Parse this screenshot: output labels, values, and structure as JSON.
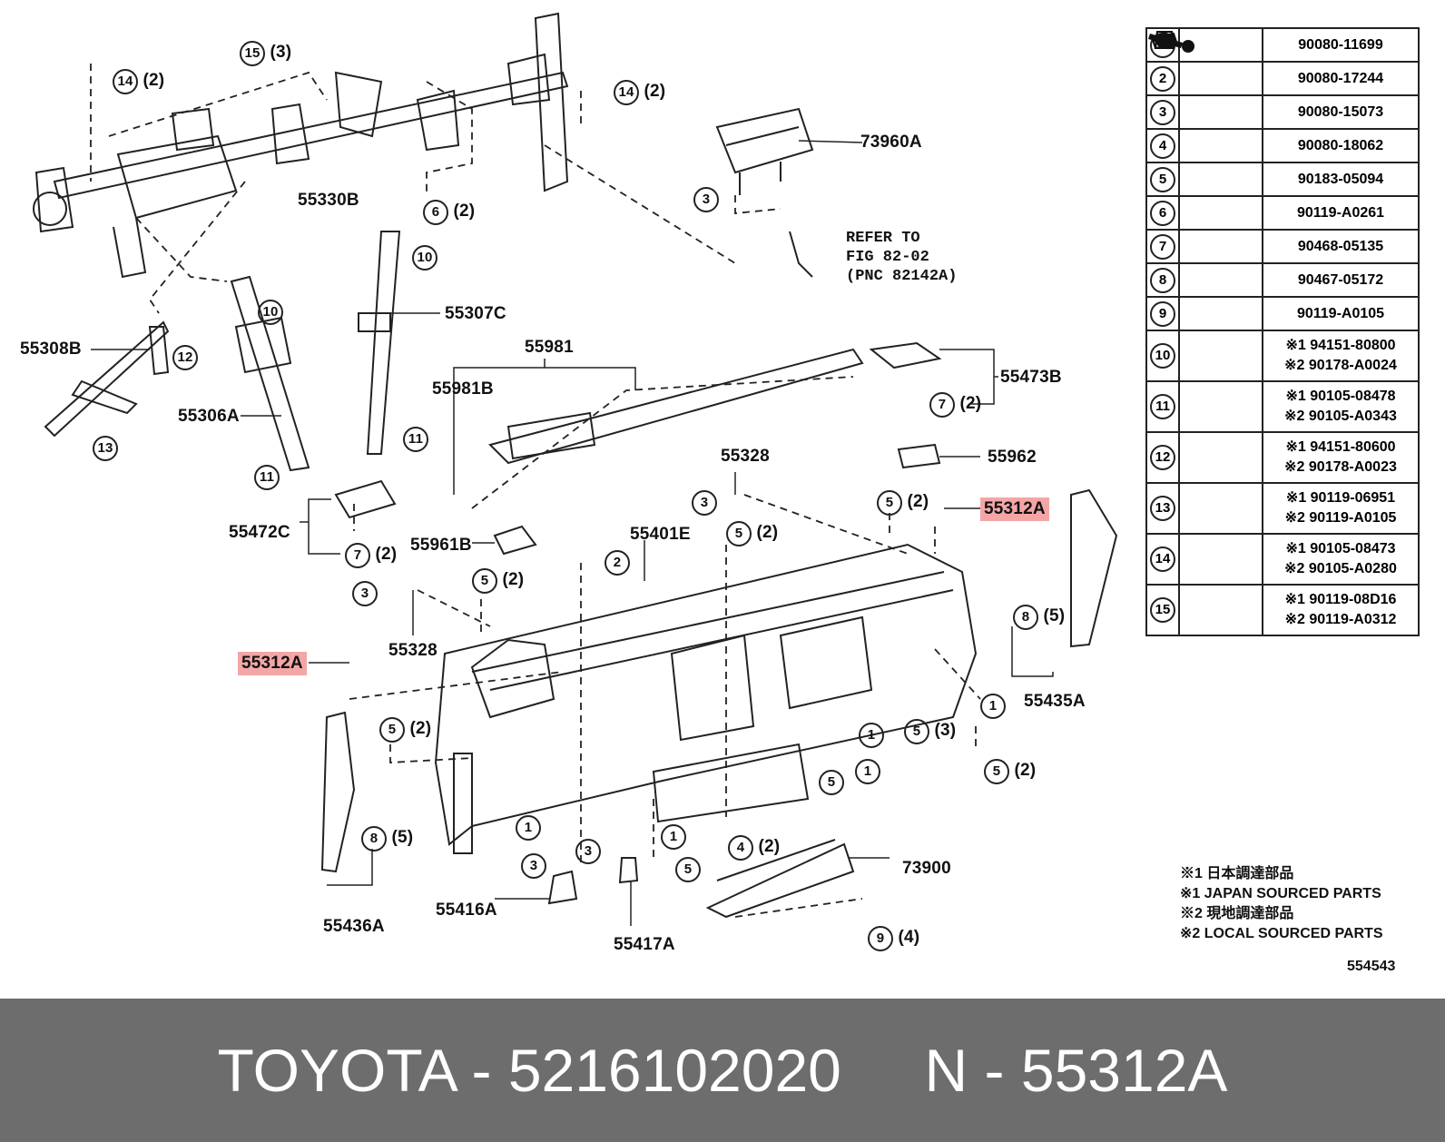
{
  "labels": {
    "l73960a": "73960A",
    "l55330b": "55330B",
    "l55307c": "55307C",
    "l55308b": "55308B",
    "l55306a": "55306A",
    "l55981": "55981",
    "l55981b": "55981B",
    "l55473b": "55473B",
    "l55328a": "55328",
    "l55328b": "55328",
    "l55962": "55962",
    "l55312a_right": "55312A",
    "l55312a_left": "55312A",
    "l55472c": "55472C",
    "l55961b": "55961B",
    "l55401e": "55401E",
    "l55435a": "55435A",
    "l55436a": "55436A",
    "l55416a": "55416A",
    "l55417a": "55417A",
    "l73900": "73900"
  },
  "callouts": {
    "c15": {
      "num": "15",
      "qty": "(3)"
    },
    "c14a": {
      "num": "14",
      "qty": "(2)"
    },
    "c14b": {
      "num": "14",
      "qty": "(2)"
    },
    "c3a": {
      "num": "3",
      "qty": ""
    },
    "c6": {
      "num": "6",
      "qty": "(2)"
    },
    "c10a": {
      "num": "10",
      "qty": ""
    },
    "c10b": {
      "num": "10",
      "qty": ""
    },
    "c12": {
      "num": "12",
      "qty": ""
    },
    "c13": {
      "num": "13",
      "qty": ""
    },
    "c11a": {
      "num": "11",
      "qty": ""
    },
    "c11b": {
      "num": "11",
      "qty": ""
    },
    "c7a": {
      "num": "7",
      "qty": "(2)"
    },
    "c7b": {
      "num": "7",
      "qty": "(2)"
    },
    "c3b": {
      "num": "3",
      "qty": ""
    },
    "c5a": {
      "num": "5",
      "qty": "(2)"
    },
    "c5b": {
      "num": "5",
      "qty": "(2)"
    },
    "c2": {
      "num": "2",
      "qty": ""
    },
    "c3c": {
      "num": "3",
      "qty": ""
    },
    "c5c": {
      "num": "5",
      "qty": "(2)"
    },
    "c8a": {
      "num": "8",
      "qty": "(5)"
    },
    "c1a": {
      "num": "1",
      "qty": ""
    },
    "c5d": {
      "num": "5",
      "qty": "(2)"
    },
    "c1b": {
      "num": "1",
      "qty": ""
    },
    "c5e": {
      "num": "5",
      "qty": "(3)"
    },
    "c1c": {
      "num": "1",
      "qty": ""
    },
    "c5f": {
      "num": "5",
      "qty": "(2)"
    },
    "c5g": {
      "num": "5",
      "qty": ""
    },
    "c1d": {
      "num": "1",
      "qty": ""
    },
    "c1e": {
      "num": "1",
      "qty": ""
    },
    "c1f": {
      "num": "1",
      "qty": ""
    },
    "c4": {
      "num": "4",
      "qty": "(2)"
    },
    "c5h": {
      "num": "5",
      "qty": ""
    },
    "c8b": {
      "num": "8",
      "qty": "(5)"
    },
    "c3d": {
      "num": "3",
      "qty": ""
    },
    "c3e": {
      "num": "3",
      "qty": ""
    },
    "c9": {
      "num": "9",
      "qty": "(4)"
    }
  },
  "refer_text": "REFER TO\nFIG 82-02\n(PNC 82142A)",
  "parts_table": [
    {
      "num": "1",
      "icon": "bolt-icon",
      "pn": [
        "90080-11699"
      ]
    },
    {
      "num": "2",
      "icon": "nut-icon",
      "pn": [
        "90080-17244"
      ]
    },
    {
      "num": "3",
      "icon": "bolt-icon",
      "pn": [
        "90080-15073"
      ]
    },
    {
      "num": "4",
      "icon": "clip-icon",
      "pn": [
        "90080-18062"
      ]
    },
    {
      "num": "5",
      "icon": "clip-nut-icon",
      "pn": [
        "90183-05094"
      ]
    },
    {
      "num": "6",
      "icon": "bolt-icon",
      "pn": [
        "90119-A0261"
      ]
    },
    {
      "num": "7",
      "icon": "clip-icon",
      "pn": [
        "90468-05135"
      ]
    },
    {
      "num": "8",
      "icon": "clip-icon",
      "pn": [
        "90467-05172"
      ]
    },
    {
      "num": "9",
      "icon": "bolt-icon",
      "pn": [
        "90119-A0105"
      ]
    },
    {
      "num": "10",
      "icon": "nut-icon",
      "pn": [
        "※1 94151-80800",
        "※2 90178-A0024"
      ]
    },
    {
      "num": "11",
      "icon": "bolt-icon",
      "pn": [
        "※1 90105-08478",
        "※2 90105-A0343"
      ]
    },
    {
      "num": "12",
      "icon": "nut-icon",
      "pn": [
        "※1 94151-80600",
        "※2 90178-A0023"
      ]
    },
    {
      "num": "13",
      "icon": "bolt-icon",
      "pn": [
        "※1 90119-06951",
        "※2 90119-A0105"
      ]
    },
    {
      "num": "14",
      "icon": "long-bolt-icon",
      "pn": [
        "※1 90105-08473",
        "※2 90105-A0280"
      ]
    },
    {
      "num": "15",
      "icon": "bolt-icon",
      "pn": [
        "※1 90119-08D16",
        "※2 90119-A0312"
      ]
    }
  ],
  "notes": [
    "※1 日本調達部品",
    "※1 JAPAN SOURCED PARTS",
    "※2 現地調達部品",
    "※2 LOCAL SOURCED PARTS"
  ],
  "fig_number": "554543",
  "footer": {
    "text": "TOYOTA - 5216102020     N - 55312A"
  },
  "colors": {
    "highlight": "#f4a6a6",
    "footer_bg": "#6d6d6d",
    "footer_text": "#ffffff"
  }
}
